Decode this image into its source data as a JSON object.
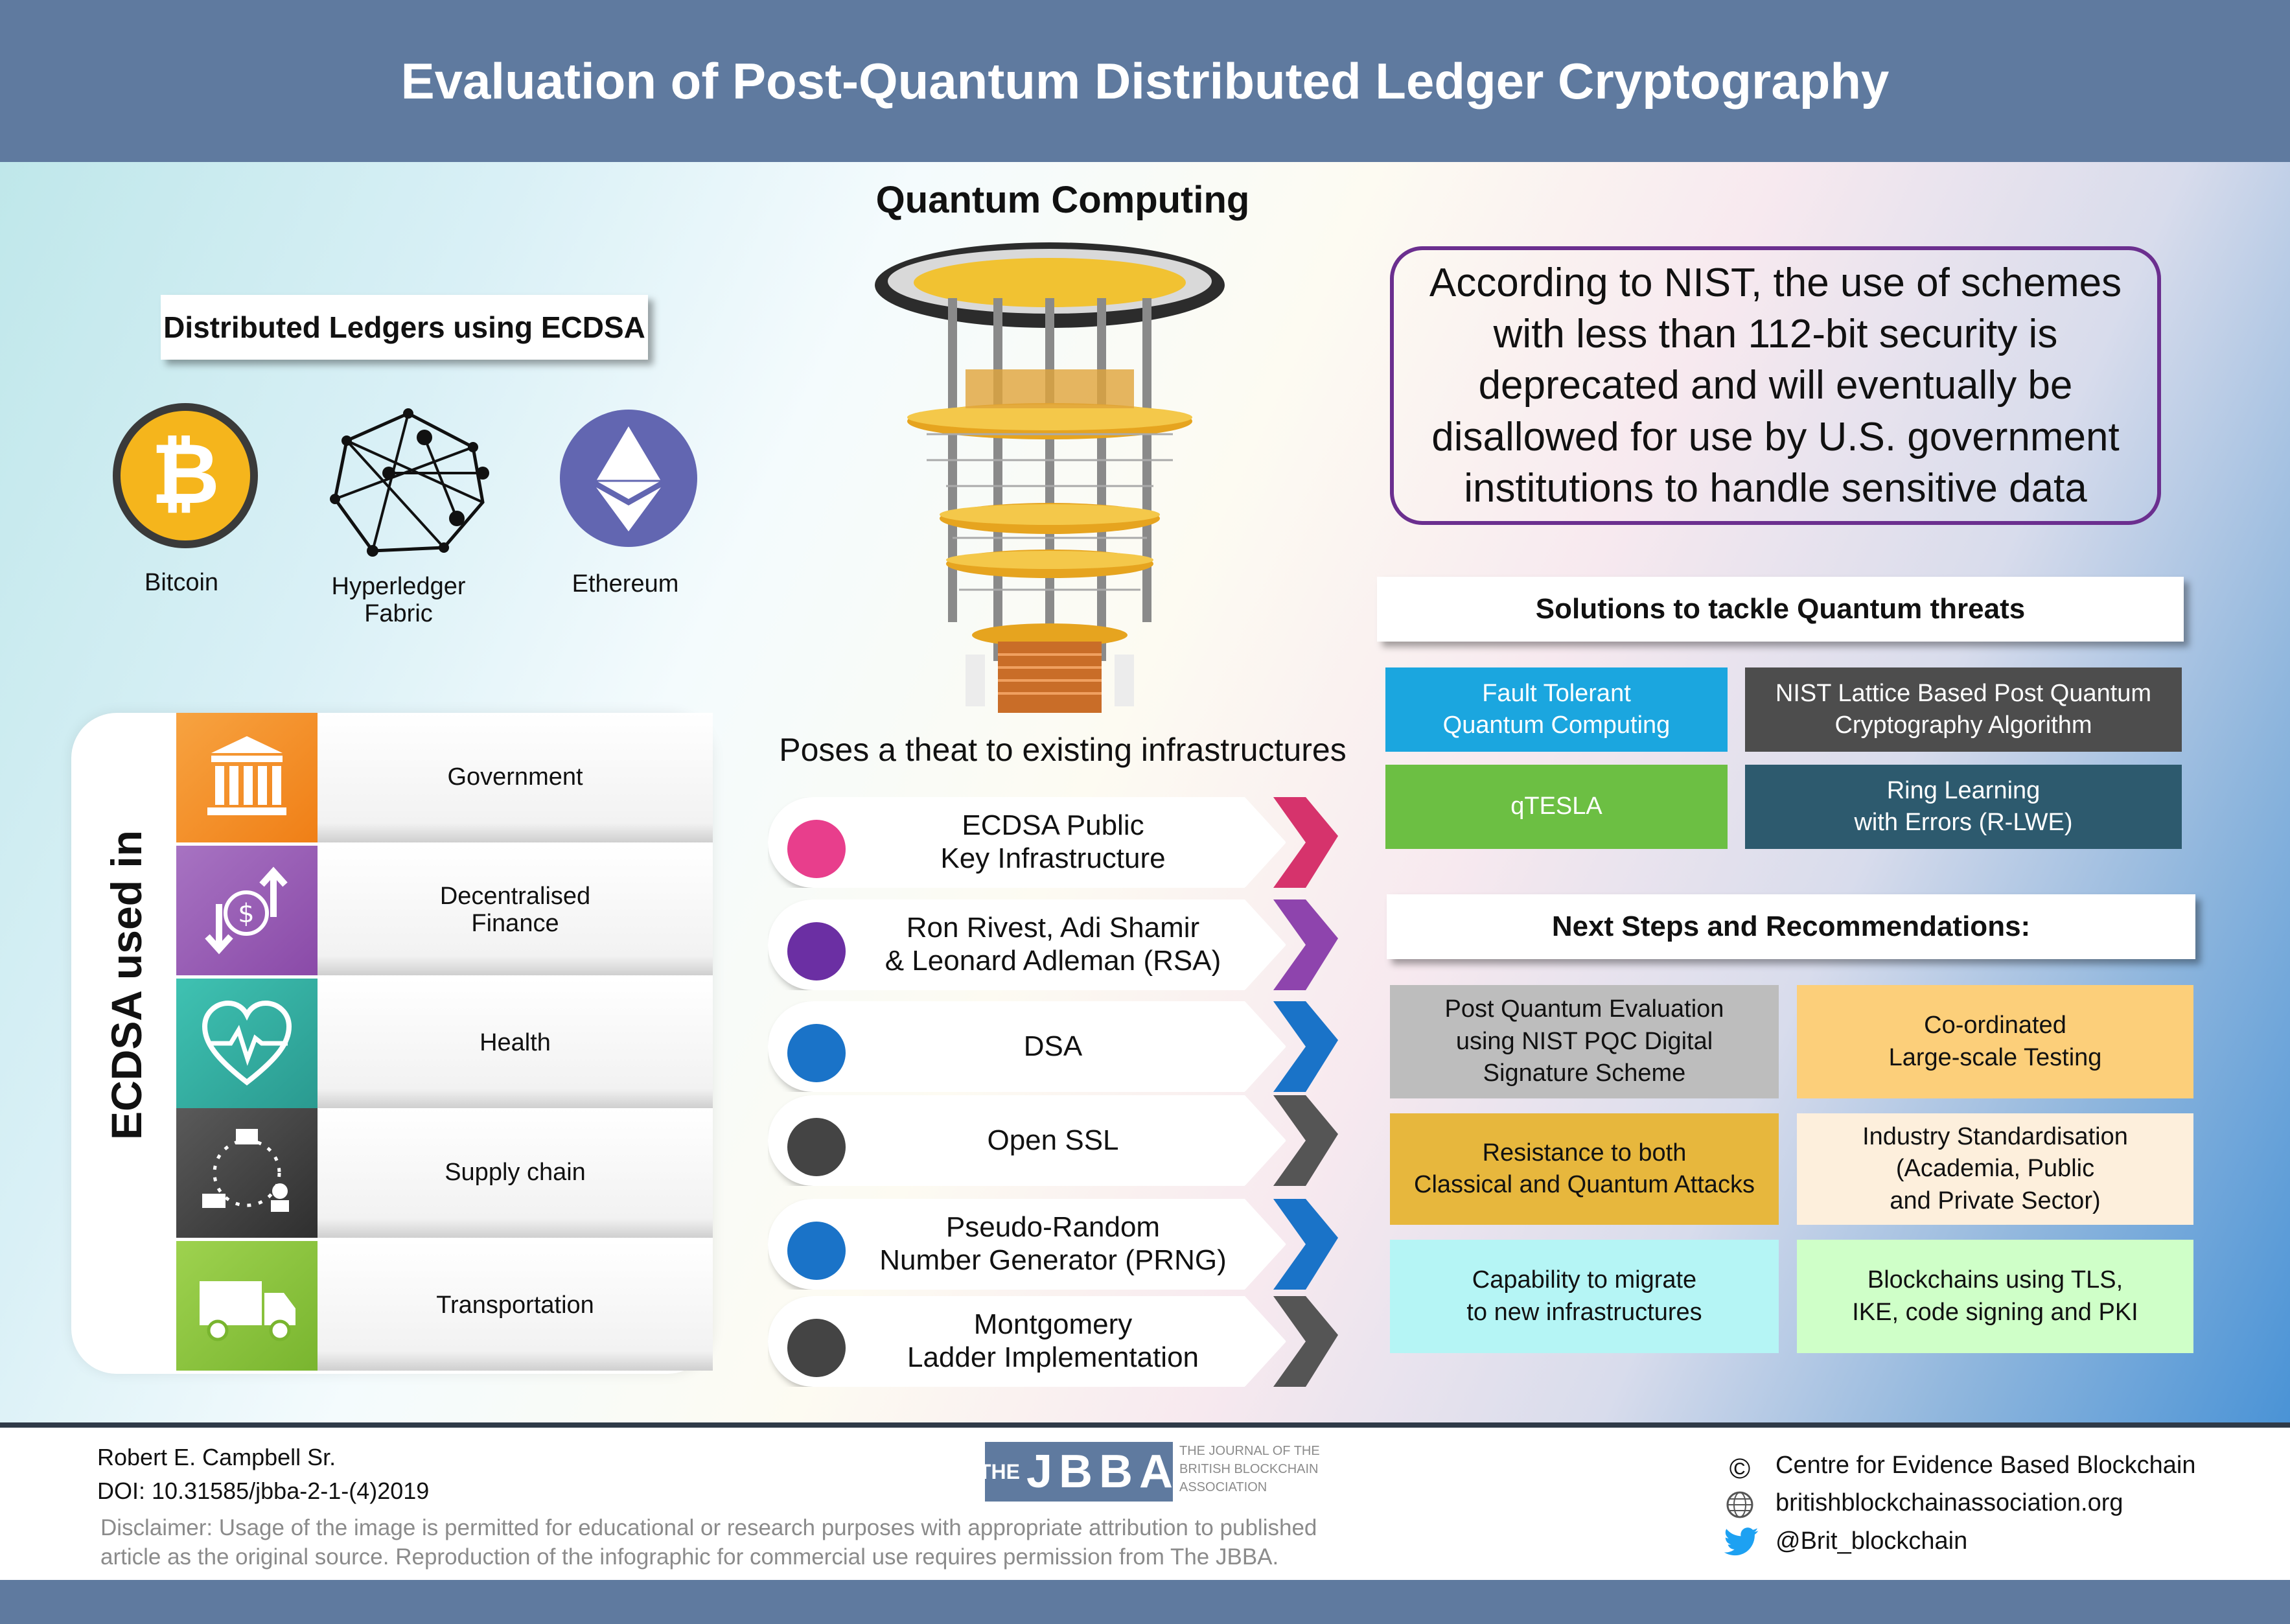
{
  "title": "Evaluation of Post-Quantum Distributed Ledger Cryptography",
  "left": {
    "heading": "Distributed Ledgers using ECDSA",
    "ledgers": [
      {
        "name": "Bitcoin",
        "icon": "bitcoin-icon"
      },
      {
        "name": "Hyperledger\nFabric",
        "icon": "hyperledger-icon"
      },
      {
        "name": "Ethereum",
        "icon": "ethereum-icon"
      }
    ],
    "ecdsa_used_in": "ECDSA used in",
    "sectors": [
      {
        "label": "Government",
        "icon": "bank-icon",
        "color": "#f5962c"
      },
      {
        "label": "Decentralised\nFinance",
        "icon": "finance-icon",
        "color": "#9b59b6"
      },
      {
        "label": "Health",
        "icon": "heart-icon",
        "color": "#2fb3a6"
      },
      {
        "label": "Supply chain",
        "icon": "supply-chain-icon",
        "color": "#4a4a4a"
      },
      {
        "label": "Transportation",
        "icon": "truck-icon",
        "color": "#8cc63f"
      }
    ]
  },
  "center": {
    "heading": "Quantum Computing",
    "threat_heading": "Poses a theat to existing infrastructures",
    "threats": [
      {
        "label": "ECDSA Public\nKey Infrastructure",
        "color": "#e83e8c"
      },
      {
        "label": "Ron Rivest, Adi Shamir\n& Leonard Adleman (RSA)",
        "color": "#6b2fa3"
      },
      {
        "label": "DSA",
        "color": "#1a73c8"
      },
      {
        "label": "Open SSL",
        "color": "#444444"
      },
      {
        "label": "Pseudo-Random\nNumber Generator (PRNG)",
        "color": "#1a73c8"
      },
      {
        "label": "Montgomery\nLadder Implementation",
        "color": "#444444"
      }
    ]
  },
  "right": {
    "nist_lines": [
      "According to NIST, the use of schemes",
      "with less than 112-bit security is",
      "deprecated and will eventually be",
      "disallowed for use by U.S. government",
      "institutions to handle sensitive data"
    ],
    "solutions_heading": "Solutions to tackle Quantum threats",
    "solutions": [
      {
        "label": "Fault Tolerant\nQuantum Computing",
        "bg": "#1ba6df"
      },
      {
        "label": "NIST Lattice Based Post Quantum\nCryptography Algorithm",
        "bg": "#4d4d4d"
      },
      {
        "label": "qTESLA",
        "bg": "#6cbf43"
      },
      {
        "label": "Ring Learning\nwith Errors (R-LWE)",
        "bg": "#2d5a6e"
      }
    ],
    "next_heading": "Next Steps and Recommendations:",
    "next_steps": [
      {
        "label": "Post Quantum Evaluation\nusing NIST PQC Digital\nSignature Scheme",
        "bg": "#bdbdbd"
      },
      {
        "label": "Co-ordinated\nLarge-scale Testing",
        "bg": "#fccf7a"
      },
      {
        "label": "Resistance to both\nClassical and Quantum Attacks",
        "bg": "#e7b73d"
      },
      {
        "label": "Industry Standardisation\n(Academia, Public\nand Private Sector)",
        "bg": "#fdefdc"
      },
      {
        "label": "Capability to migrate\nto new infrastructures",
        "bg": "#b5f5f5"
      },
      {
        "label": "Blockchains using TLS,\nIKE, code signing and PKI",
        "bg": "#cfffc8"
      }
    ]
  },
  "footer": {
    "author": "Robert E. Campbell Sr.",
    "doi": "DOI: 10.31585/jbba-2-1-(4)2019",
    "disclaimer_1": "Disclaimer: Usage of the image is permitted for educational or research purposes with appropriate attribution to published",
    "disclaimer_2": "article as the original source. Reproduction of the infographic for commercial use requires permission from The JBBA.",
    "logo_the": "THE",
    "logo_jbba": "JBBA",
    "logo_tag_1": "THE JOURNAL OF THE",
    "logo_tag_2": "BRITISH BLOCKCHAIN",
    "logo_tag_3": "ASSOCIATION",
    "copyright": "Centre for Evidence Based Blockchain",
    "website": "britishblockchainassociation.org",
    "twitter": "@Brit_blockchain"
  }
}
